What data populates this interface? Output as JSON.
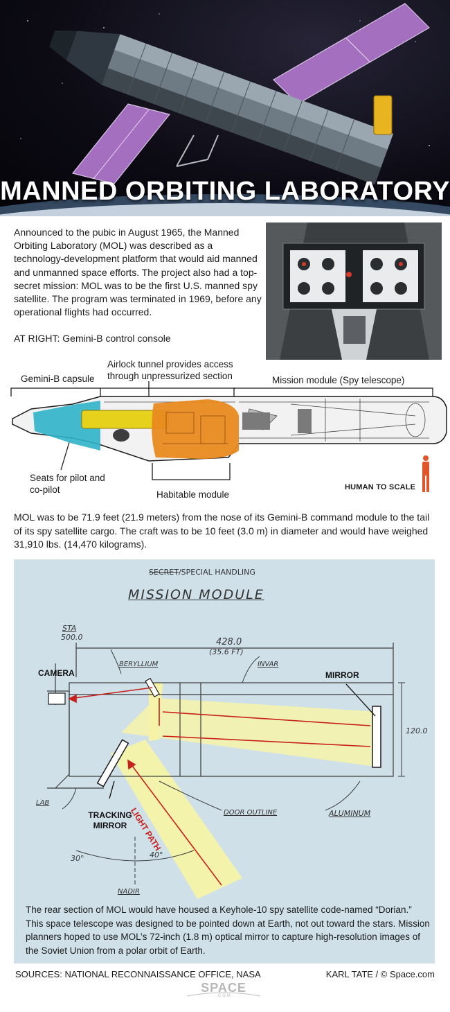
{
  "hero": {
    "title": "MANNED ORBITING LABORATORY"
  },
  "intro": {
    "paragraph": "Announced to the pubic in August 1965, the Manned Orbiting Laboratory (MOL) was described as a technology-development platform that would aid manned and unmanned space efforts. The project also had a top-secret mission: MOL was to be the first U.S. manned spy satellite. The program was terminated in 1969, before any operational flights had occurred.",
    "console_caption": "AT RIGHT: Gemini-B control console"
  },
  "cutaway": {
    "labels": {
      "gemini_capsule": "Gemini-B capsule",
      "airlock": "Airlock tunnel provides access through unpressurized section",
      "mission_module": "Mission module (Spy telescope)",
      "seats": "Seats for pilot and co-pilot",
      "habitable": "Habitable module",
      "human_scale": "HUMAN TO SCALE"
    },
    "colors": {
      "capsule": "#2fb3c9",
      "airlock": "#e6d21c",
      "habitable": "#e98a1f",
      "human": "#e0562a"
    }
  },
  "dimensions": {
    "paragraph": "MOL was to be 71.9 feet (21.9 meters) from the nose of its Gemini-B command module to the tail of its spy satellite cargo. The craft was to be 10 feet (3.0 m) in diameter and would have weighed 31,910 lbs. (14,470 kilograms)."
  },
  "blueprint": {
    "header_strike": "SECRET",
    "header_rest": "/SPECIAL HANDLING",
    "title": "MISSION MODULE",
    "sta_label": "STA",
    "sta_value": "500.0",
    "length_value": "428.0",
    "length_feet": "(35.6 FT)",
    "beryllium": "BERYLLIUM",
    "invar": "INVAR",
    "diameter": "120.0",
    "lab": "LAB",
    "door_outline": "DOOR OUTLINE",
    "aluminum": "ALUMINUM",
    "angle_left": "30°",
    "angle_right": "40°",
    "nadir": "NADIR",
    "camera": "CAMERA",
    "mirror": "MIRROR",
    "tracking_mirror": "TRACKING MIRROR",
    "light_path": "LIGHT PATH",
    "paragraph": "The rear section of MOL would have housed a Keyhole-10 spy satellite code-named “Dorian.” This space telescope was designed to be pointed down at Earth, not out toward the stars. Mission planners hoped to use MOL’s 72-inch (1.8 m) optical mirror to capture high-resolution images of the Soviet Union from a polar orbit of Earth.",
    "colors": {
      "background": "#cfe0e9",
      "light_beam": "#f6f3a8",
      "arrow": "#c8201c"
    }
  },
  "footer": {
    "sources": "SOURCES: NATIONAL RECONNAISSANCE OFFICE, NASA",
    "credit": "KARL TATE / © Space.com",
    "logo": "SPACE",
    "logo_sub": ".COM"
  }
}
